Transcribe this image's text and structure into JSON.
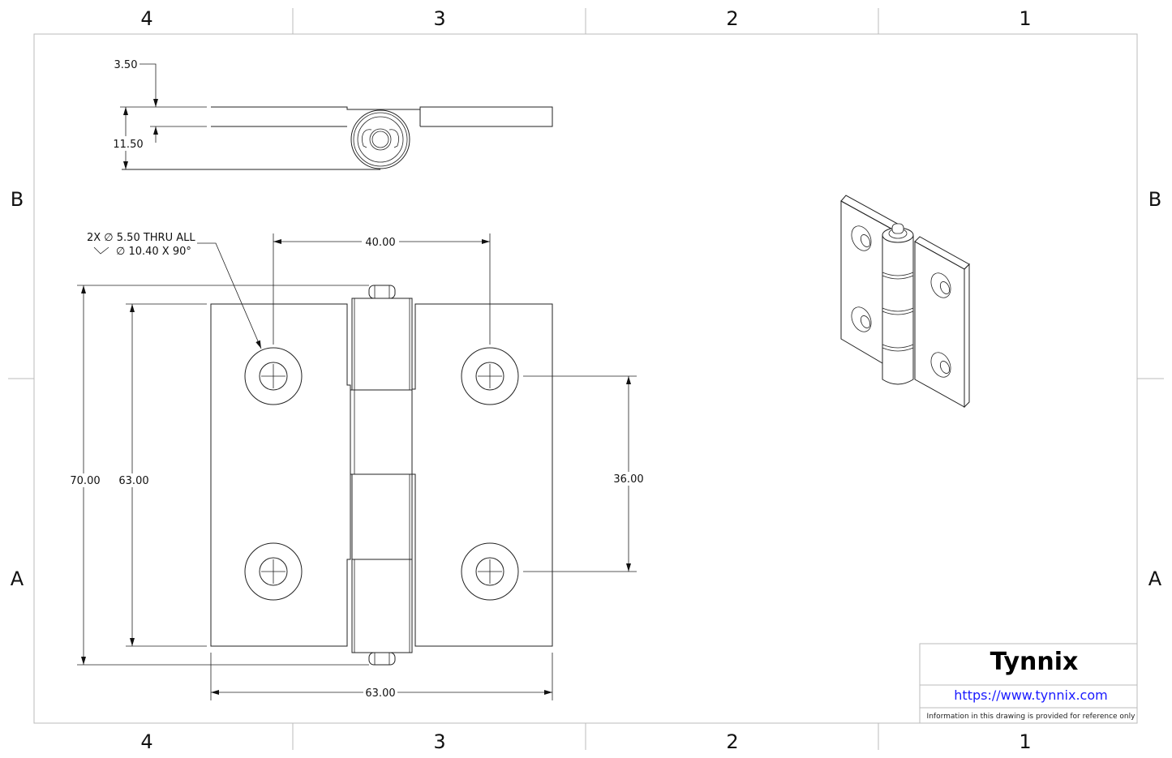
{
  "zones": {
    "columns": [
      "4",
      "3",
      "2",
      "1"
    ],
    "rows": [
      "B",
      "A"
    ]
  },
  "dimensions": {
    "thickness": "3.50",
    "closed_height": "11.50",
    "hole_spacing_h": "40.00",
    "overall_height": "70.00",
    "leaf_height": "63.00",
    "hole_spacing_v": "36.00",
    "overall_width": "63.00"
  },
  "hole_callout": {
    "line1": "2X ∅ 5.50 THRU ALL",
    "line2": "∅ 10.40 X 90°"
  },
  "title_block": {
    "company": "Tynnix",
    "url": "https://www.tynnix.com",
    "disclaimer": "Information in this drawing is provided for reference only",
    "url_color": "#1a1aff"
  }
}
